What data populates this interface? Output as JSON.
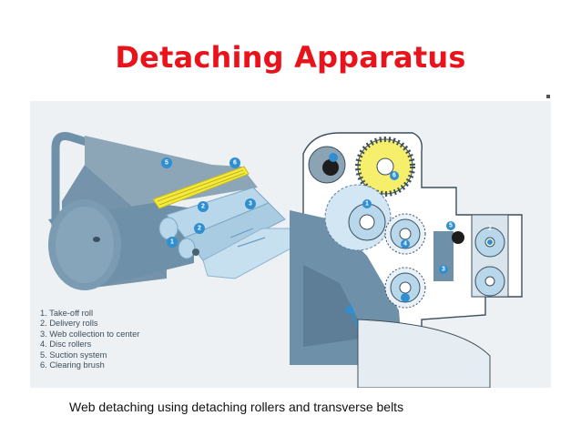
{
  "title": "Detaching Apparatus",
  "caption": "Web detaching using detaching rollers and transverse belts",
  "legend": [
    "1. Take-off roll",
    "2. Delivery rolls",
    "3. Web collection to center",
    "4. Disc rollers",
    "5. Suction system",
    "6. Clearing brush"
  ],
  "callouts": {
    "c1": "1",
    "c2a": "2",
    "c2b": "2",
    "c3": "3",
    "c5": "5",
    "c6": "6",
    "r1": "1",
    "r2": "2",
    "r3": "3",
    "r4": "4",
    "r5": "5",
    "r6": "6"
  },
  "colors": {
    "title": "#e8131b",
    "steel_blue": "#6e90a8",
    "light_blue": "#b9d7ea",
    "panel": "#eef1f3",
    "callout": "#2f8fd0",
    "brush": "#f2ea3c"
  }
}
